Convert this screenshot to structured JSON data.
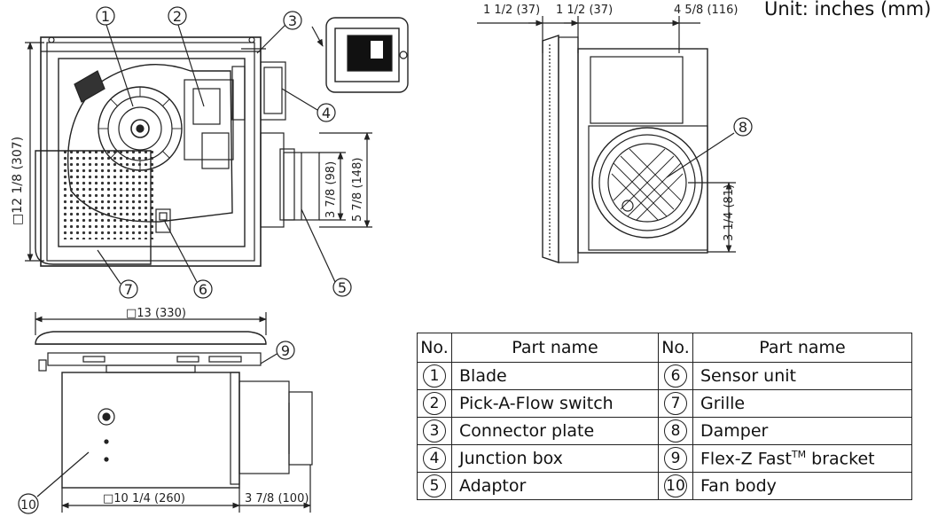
{
  "unit_note": "Unit: inches (mm)",
  "dimensions": {
    "height_side": "□12 1/8 (307)",
    "grille_top": "□13 (330)",
    "body_width": "□10 1/4 (260)",
    "duct_depth": "3 7/8 (100)",
    "adaptor_inner": "3 7/8 (98)",
    "adaptor_outer": "5 7/8 (148)",
    "side_a": "1 1/2 (37)",
    "side_b": "1 1/2 (37)",
    "side_c": "4 5/8 (116)",
    "damper_center": "3 1/4 (81)"
  },
  "callouts": [
    "1",
    "2",
    "3",
    "4",
    "5",
    "6",
    "7",
    "8",
    "9",
    "10"
  ],
  "table": {
    "headers": [
      "No.",
      "Part name",
      "No.",
      "Part name"
    ],
    "rows": [
      {
        "no_left": "1",
        "name_left": "Blade",
        "no_right": "6",
        "name_right": "Sensor unit"
      },
      {
        "no_left": "2",
        "name_left": "Pick-A-Flow switch",
        "no_right": "7",
        "name_right": "Grille"
      },
      {
        "no_left": "3",
        "name_left": "Connector plate",
        "no_right": "8",
        "name_right": "Damper"
      },
      {
        "no_left": "4",
        "name_left": "Junction box",
        "no_right": "9",
        "name_right": "Flex-Z Fast"
      },
      {
        "no_left": "5",
        "name_left": "Adaptor",
        "no_right": "10",
        "name_right": "Fan body"
      }
    ],
    "tm_mark": "TM",
    "bracket_word": " bracket"
  }
}
